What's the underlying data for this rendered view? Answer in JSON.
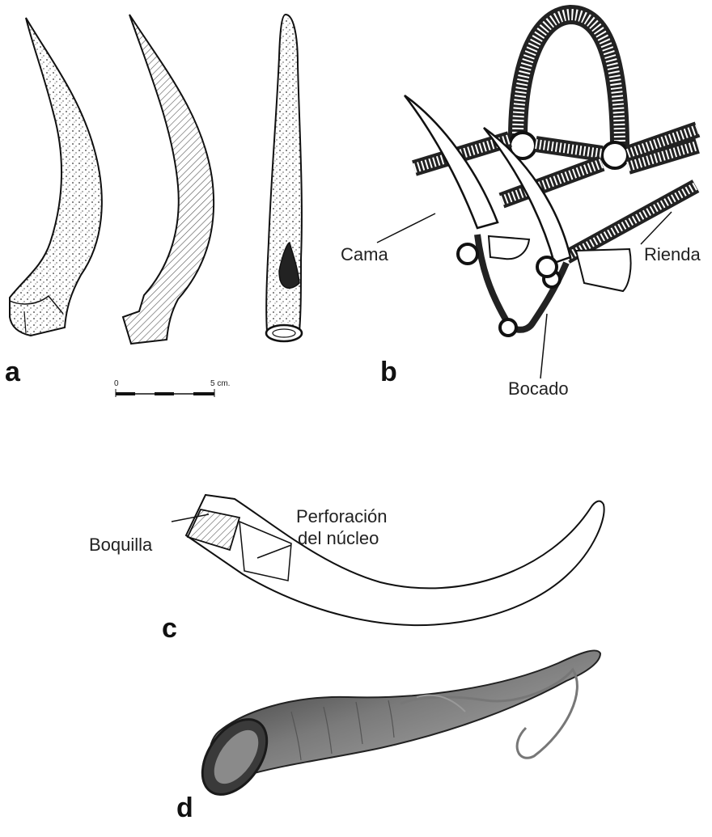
{
  "panels": {
    "a": {
      "letter": "a",
      "scale_start": "0",
      "scale_end": "5 cm."
    },
    "b": {
      "letter": "b",
      "labels": {
        "cama": "Cama",
        "rienda": "Rienda",
        "bocado": "Bocado"
      }
    },
    "c": {
      "letter": "c",
      "labels": {
        "perforacion_line1": "Perforación",
        "perforacion_line2": "del núcleo",
        "boquilla": "Boquilla"
      }
    },
    "d": {
      "letter": "d"
    }
  },
  "colors": {
    "ink": "#111111",
    "hatch": "#555555",
    "horn_dark": "#2b2b2b",
    "horn_mid": "#6e6e6e",
    "horn_light": "#b8b8b8"
  }
}
